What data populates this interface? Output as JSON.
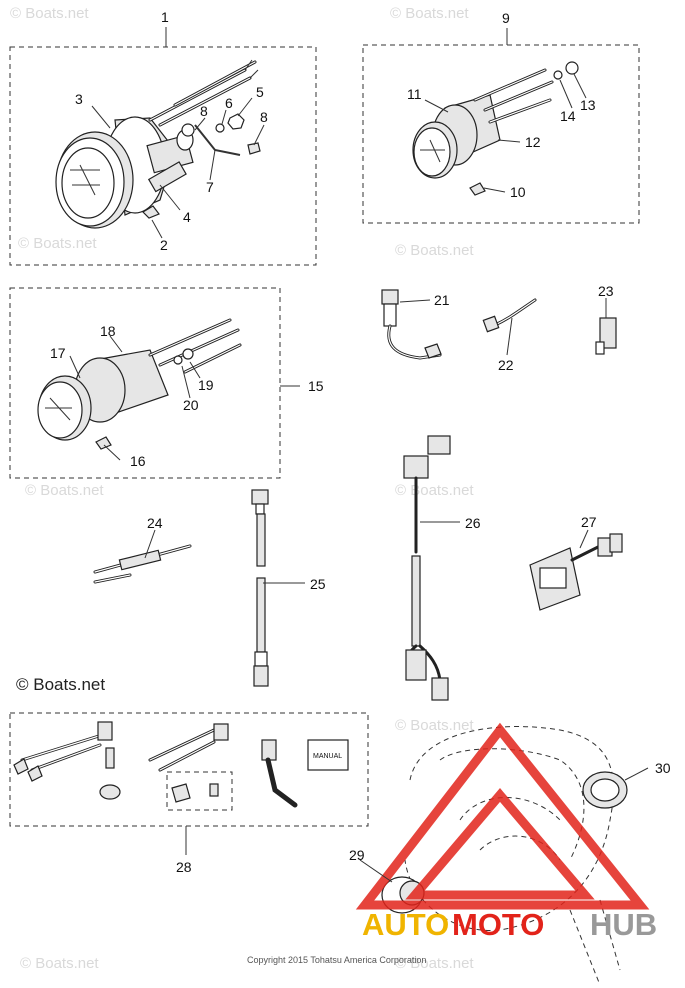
{
  "callouts": [
    "1",
    "2",
    "3",
    "4",
    "5",
    "6",
    "7",
    "8",
    "8",
    "9",
    "10",
    "11",
    "12",
    "13",
    "14",
    "15",
    "16",
    "17",
    "18",
    "19",
    "20",
    "21",
    "22",
    "23",
    "24",
    "25",
    "26",
    "27",
    "28",
    "29",
    "30"
  ],
  "watermarks": {
    "boats_light": "© Boats.net",
    "boats_dark": "© Boats.net"
  },
  "manual_label": "MANUAL",
  "copyright": "Copyright 2015 Tohatsu America Corporation",
  "brand": {
    "part1": "AUTO",
    "part2": "MOTO",
    "part3": "HUB",
    "color1": "#f0b400",
    "color2": "#e2231a",
    "color3": "#999999"
  }
}
